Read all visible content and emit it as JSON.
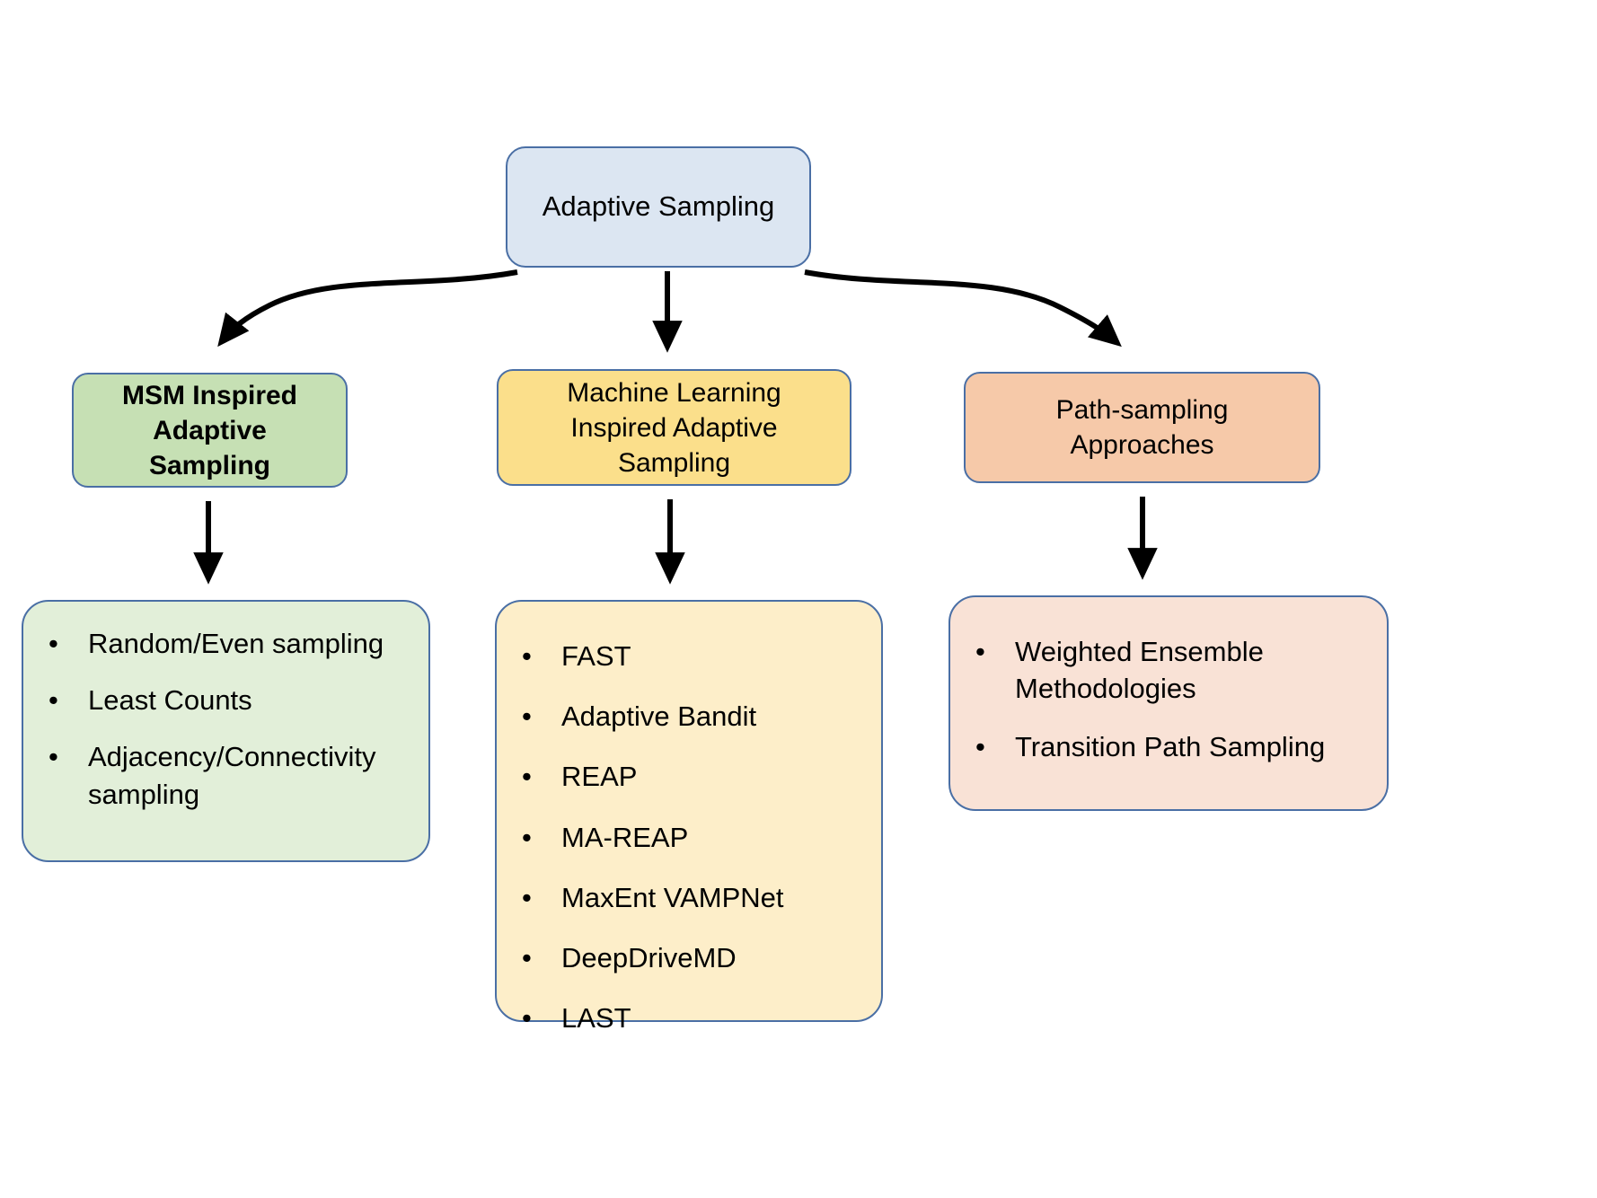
{
  "diagram": {
    "root": {
      "label": "Adaptive Sampling",
      "fill": "#dce6f2",
      "border": "#4a6fa5"
    },
    "branches": [
      {
        "id": "msm",
        "title_lines": [
          "MSM Inspired",
          "Adaptive",
          "Sampling"
        ],
        "fill": "#c6e0b4",
        "list_fill": "#e2efd9",
        "items": [
          "Random/Even sampling",
          "Least Counts",
          "Adjacency/Connectivity sampling"
        ]
      },
      {
        "id": "ml",
        "title_lines": [
          "Machine Learning",
          "Inspired Adaptive",
          "Sampling"
        ],
        "fill": "#fbdf8b",
        "list_fill": "#fdeec9",
        "items": [
          "FAST",
          "Adaptive Bandit",
          "REAP",
          "MA-REAP",
          "MaxEnt VAMPNet",
          "DeepDriveMD",
          "LAST"
        ]
      },
      {
        "id": "path",
        "title_lines": [
          "Path-sampling",
          "Approaches"
        ],
        "fill": "#f6c9a9",
        "list_fill": "#f9e2d6",
        "items": [
          "Weighted Ensemble Methodologies",
          "Transition Path Sampling"
        ]
      }
    ],
    "bullet_glyph": "•",
    "arrow_color": "#000000"
  }
}
